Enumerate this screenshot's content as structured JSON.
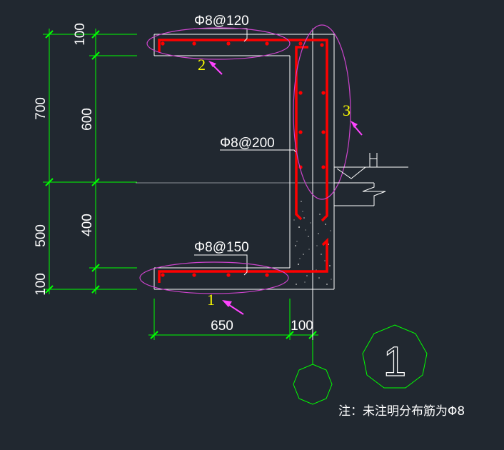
{
  "labels": {
    "rebar_top": "Φ8@120",
    "rebar_vertical": "Φ8@200",
    "rebar_bottom": "Φ8@150",
    "callout_1": "1",
    "callout_2": "2",
    "callout_3": "3",
    "section_number": "1",
    "note": "注：未注明分布筋为Φ8"
  },
  "dimensions": {
    "left_outer": [
      "700",
      "500"
    ],
    "left_inner": [
      "100",
      "600",
      "400",
      "100"
    ],
    "bottom": [
      "650",
      "100"
    ]
  },
  "colors": {
    "background": "#212830",
    "dimension_lines": "#00ff00",
    "outline": "#ffffff",
    "rebar": "#ff0000",
    "callout_ellipse": "#cc44cc",
    "callout_number": "#ffff00",
    "arrow": "#ff44ff"
  }
}
